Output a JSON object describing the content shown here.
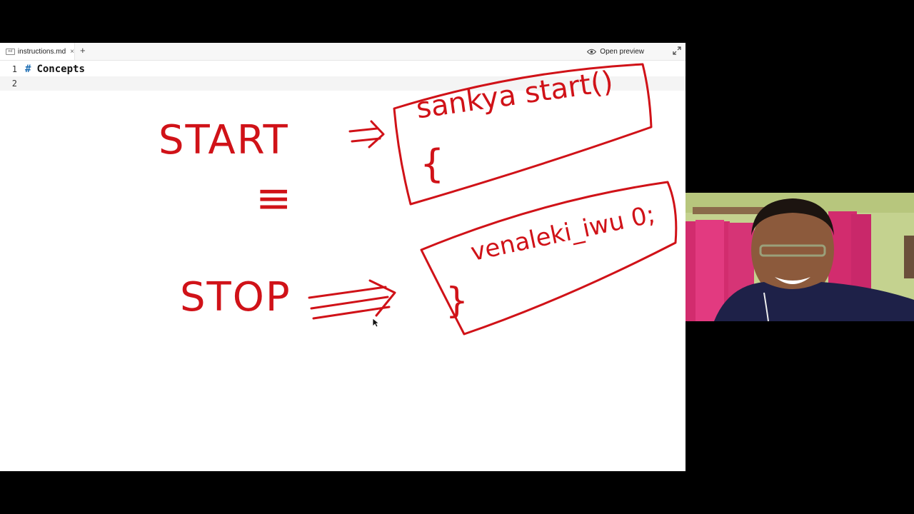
{
  "window": {
    "tab": {
      "icon": "markdown-file-icon",
      "icon_text": "md",
      "filename": "instructions.md",
      "close": "×"
    },
    "new_tab": "+",
    "preview": {
      "icon": "eye-icon",
      "label": "Open preview"
    },
    "expand_icon": "expand-arrows-icon"
  },
  "editor": {
    "lines": [
      {
        "number": "1",
        "hash": "#",
        "text": "Concepts"
      },
      {
        "number": "2",
        "hash": "",
        "text": ""
      }
    ]
  },
  "drawing": {
    "ink_color": "#d01218",
    "words": {
      "start": "START",
      "stop": "STOP",
      "func": "sankya  start()",
      "open_brace": "{",
      "stmt": "venaleki_iwu 0;",
      "close_brace": "}",
      "equals": "≡"
    }
  },
  "webcam": {
    "label": "presenter-video"
  }
}
